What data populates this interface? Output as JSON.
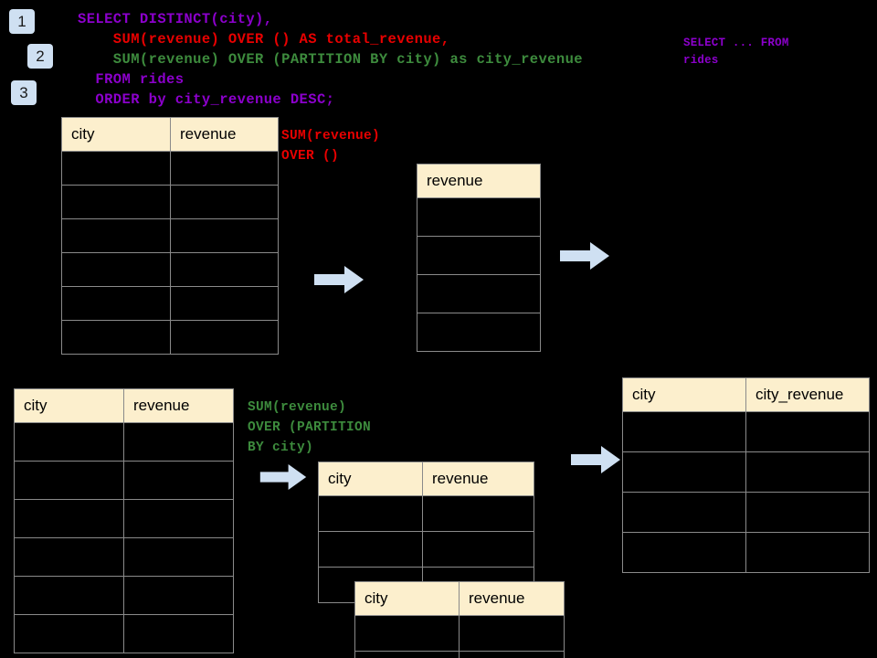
{
  "colors": {
    "background": "#000000",
    "badge_bg": "#cfe0f2",
    "header_bg": "#fcefcd",
    "grid_line": "#8a8a8a",
    "purple": "#8c00cc",
    "red": "#e80000",
    "green": "#3d8b3d",
    "arrow_fill": "#cfe0f2"
  },
  "steps": [
    {
      "label": "1"
    },
    {
      "label": "2"
    },
    {
      "label": "3"
    }
  ],
  "sql": {
    "lines": [
      {
        "text": "SELECT DISTINCT(city),",
        "color": "purple"
      },
      {
        "text": "    SUM(revenue) OVER () AS total_revenue,",
        "color": "red"
      },
      {
        "text": "    SUM(revenue) OVER (PARTITION BY city) as city_revenue",
        "color": "green"
      },
      {
        "text": "  FROM rides",
        "color": "purple"
      },
      {
        "text": "  ORDER by city_revenue DESC;",
        "color": "purple"
      }
    ]
  },
  "annotations": {
    "select_from": {
      "line1": "SELECT ... FROM",
      "line2": "rides",
      "color": "purple"
    },
    "over_empty": {
      "line1": "SUM(revenue)",
      "line2": "OVER ()",
      "color": "red"
    },
    "over_partition": {
      "line1": "SUM(revenue)",
      "line2": "OVER (PARTITION",
      "line3": "BY city)",
      "color": "green"
    }
  },
  "tables": {
    "source_top": {
      "name": "rides-source-top",
      "columns": [
        "city",
        "revenue"
      ],
      "row_count": 6
    },
    "total_revenue": {
      "name": "total-revenue",
      "columns": [
        "revenue"
      ],
      "row_count": 4
    },
    "source_bottom": {
      "name": "rides-source-bottom",
      "columns": [
        "city",
        "revenue"
      ],
      "row_count": 6
    },
    "partition_back": {
      "name": "partition-group-back",
      "columns": [
        "city",
        "revenue"
      ],
      "row_count": 3
    },
    "partition_front": {
      "name": "partition-group-front",
      "columns": [
        "city",
        "revenue"
      ],
      "row_count": 2
    },
    "result": {
      "name": "final-result",
      "columns": [
        "city",
        "city_revenue"
      ],
      "row_count": 4
    }
  },
  "arrows": [
    {
      "name": "arrow-source-to-total"
    },
    {
      "name": "arrow-total-to-result"
    },
    {
      "name": "arrow-source-to-partition"
    },
    {
      "name": "arrow-partition-to-result"
    }
  ]
}
